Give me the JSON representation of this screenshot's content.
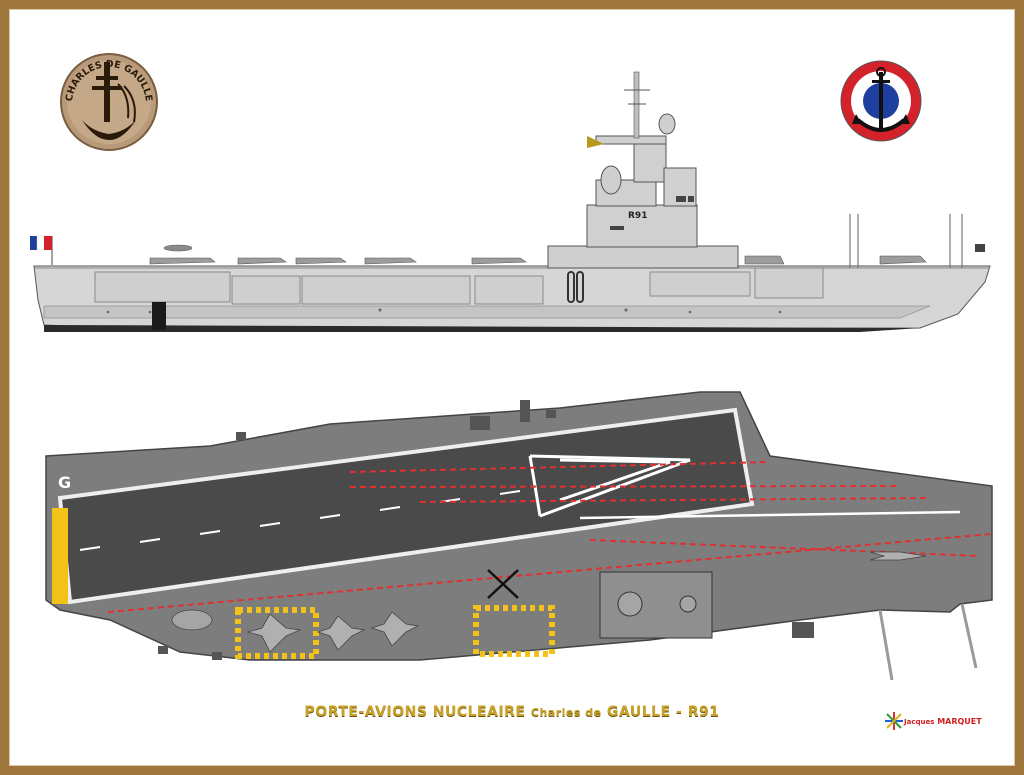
{
  "caption": {
    "part1": "PORTE-AVIONS NUCLEAIRE",
    "part2": "Charles de",
    "part3": "GAULLE - R91"
  },
  "author": {
    "first": "Jacques",
    "last": "MARQUET"
  },
  "emblem": {
    "text": "CHARLES DE GAULLE"
  },
  "hull_marking": "R91",
  "colors": {
    "frame": "#a0773d",
    "hull": "#d4d4d4",
    "deck": "#7d7d7d",
    "runway": "#4a4a4a",
    "caption": "#c9a227",
    "roundel_red": "#d4222a",
    "roundel_blue": "#1f3f9f"
  }
}
